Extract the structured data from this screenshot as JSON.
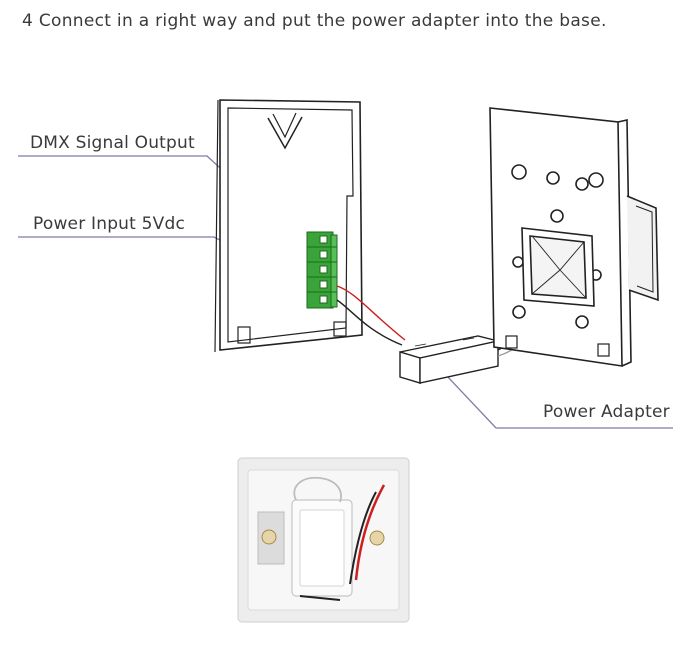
{
  "step": {
    "heading": "4  Connect in a right way and put the power adapter into the base."
  },
  "labels": {
    "dmx_signal_output": "DMX Signal Output",
    "power_input": "Power Input 5Vdc",
    "power_adapter": "Power Adapter"
  },
  "colors": {
    "line_art": "#222222",
    "callout_line": "#7c7ca8",
    "terminal_green": "#3aa33a",
    "wire_red": "#cc2020",
    "text": "#3a3a3a"
  }
}
